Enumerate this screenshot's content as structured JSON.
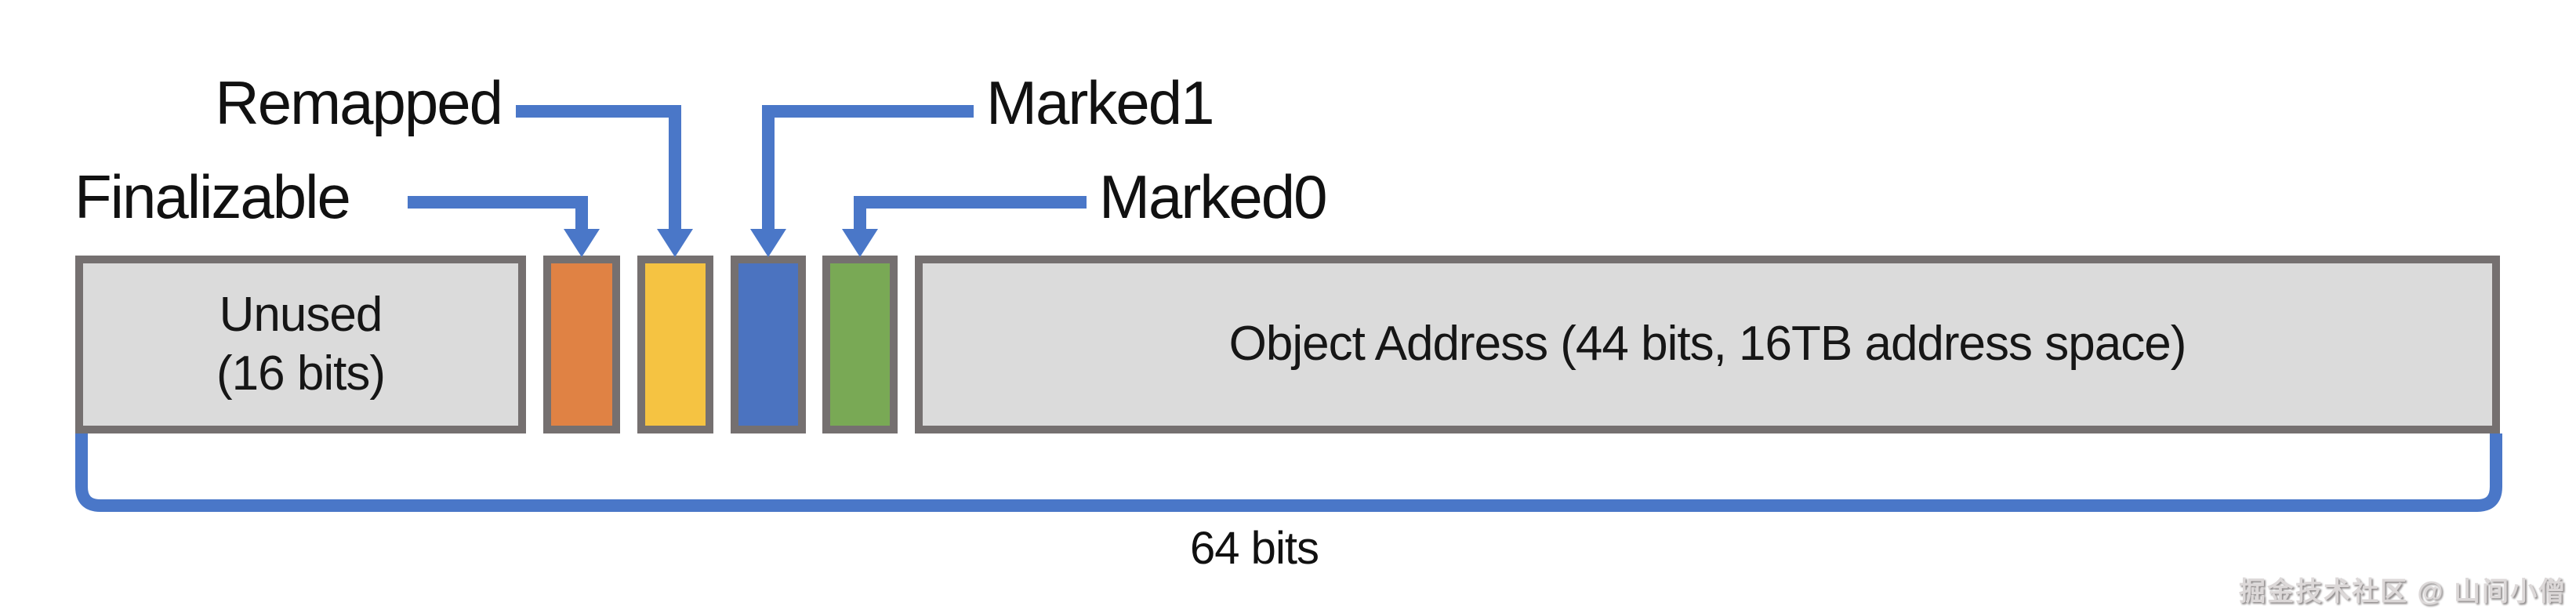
{
  "diagram": {
    "callouts": {
      "finalizable": "Finalizable",
      "remapped": "Remapped",
      "marked1": "Marked1",
      "marked0": "Marked0"
    },
    "fields": {
      "unused": {
        "line1": "Unused",
        "line2": "(16 bits)"
      },
      "address": {
        "label": "Object Address (44 bits, 16TB address space)"
      }
    },
    "bits": [
      {
        "name": "Finalizable",
        "color": "#e08244"
      },
      {
        "name": "Remapped",
        "color": "#f5c342"
      },
      {
        "name": "Marked1",
        "color": "#4b73c0"
      },
      {
        "name": "Marked0",
        "color": "#79a955"
      }
    ],
    "total": {
      "label": "64 bits"
    },
    "colors": {
      "connector_blue": "#4a77c8",
      "box_border_gray": "#757070",
      "field_fill_gray": "#dbdbdb"
    }
  },
  "watermark": {
    "text": "掘金技术社区 @ 山间小僧"
  }
}
